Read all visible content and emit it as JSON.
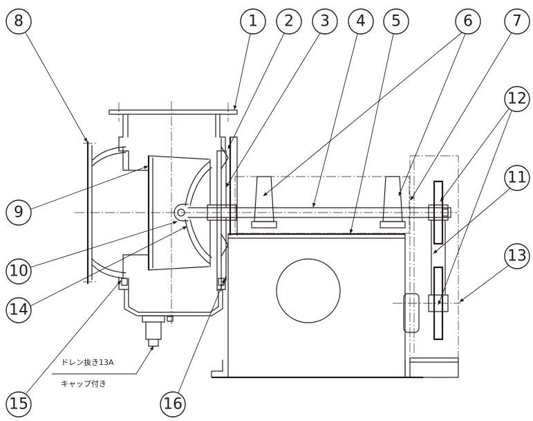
{
  "callouts": {
    "n1": "1",
    "n2": "2",
    "n3": "3",
    "n4": "4",
    "n5": "5",
    "n6": "6",
    "n7": "7",
    "n8": "8",
    "n9": "9",
    "n10": "10",
    "n11": "11",
    "n12": "12",
    "n13": "13",
    "n14": "14",
    "n15": "15",
    "n16": "16"
  },
  "note": {
    "line1": "ドレン抜き13A",
    "line2": "キャップ付き"
  },
  "colors": {
    "line": "#231815",
    "background": "#ffffff"
  }
}
